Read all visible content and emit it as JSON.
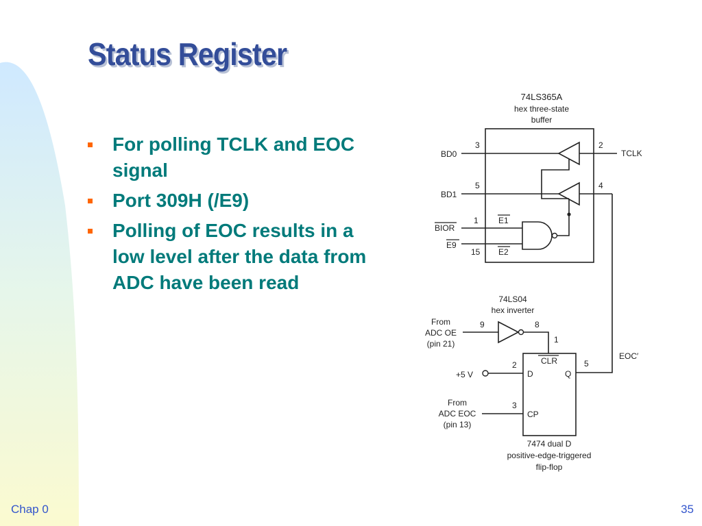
{
  "slide": {
    "title": "Status Register",
    "bullets": [
      "For polling TCLK and EOC signal",
      "Port 309H (/E9)",
      "Polling of EOC results in a low level after the data from ADC have been read"
    ],
    "footer_left": "Chap 0",
    "footer_right": "35"
  },
  "colors": {
    "title": "#334d99",
    "bullet_text": "#007a7a",
    "bullet_marker": "#ff6600",
    "footer": "#3355cc",
    "bg_gradient_top": "#cfe9ff",
    "bg_gradient_bottom": "#fbfad0"
  },
  "circuit": {
    "buffer_part": "74LS365A",
    "buffer_desc_1": "hex three-state",
    "buffer_desc_2": "buffer",
    "inverter_part": "74LS04",
    "inverter_desc": "hex inverter",
    "ff_part": "7474 dual D",
    "ff_desc_1": "positive-edge-triggered",
    "ff_desc_2": "flip-flop",
    "bd0": "BD0",
    "bd1": "BD1",
    "bior": "BIOR",
    "e9": "E9",
    "e1": "E1",
    "e2": "E2",
    "tclk": "TCLK",
    "eoc_prime": "EOC′",
    "from_adc_oe_1": "From",
    "from_adc_oe_2": "ADC OE",
    "from_adc_oe_3": "(pin 21)",
    "plus5v": "+5 V",
    "from_adc_eoc_1": "From",
    "from_adc_eoc_2": "ADC EOC",
    "from_adc_eoc_3": "(pin 13)",
    "pin_3": "3",
    "pin_2": "2",
    "pin_5": "5",
    "pin_4": "4",
    "pin_1": "1",
    "pin_15": "15",
    "inv_pin_9": "9",
    "inv_pin_8": "8",
    "ff_pin_1": "1",
    "ff_pin_2": "2",
    "ff_pin_3": "3",
    "ff_pin_5": "5",
    "ff_clr": "CLR",
    "ff_d": "D",
    "ff_q": "Q",
    "ff_cp": "CP"
  }
}
